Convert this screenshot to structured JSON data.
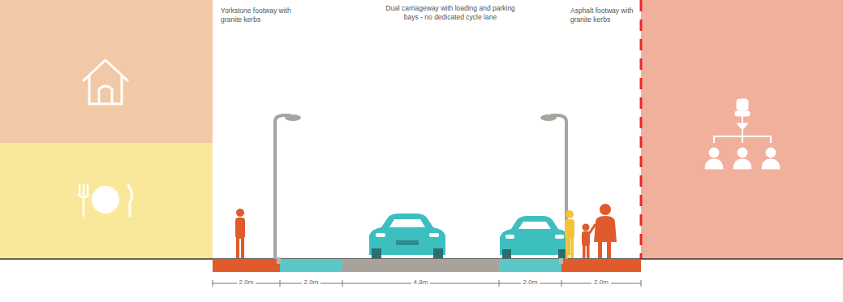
{
  "diagram": {
    "labels": [
      "Yorkstone footway with granite kerbs",
      "Dual carriageway with loading and parking bays - no dedicated cycle lane",
      "Asphalt footway with granite kerbs",
      "2.0m",
      "2.0m",
      "4.8m",
      "2.0m",
      "2.0m"
    ]
  }
}
